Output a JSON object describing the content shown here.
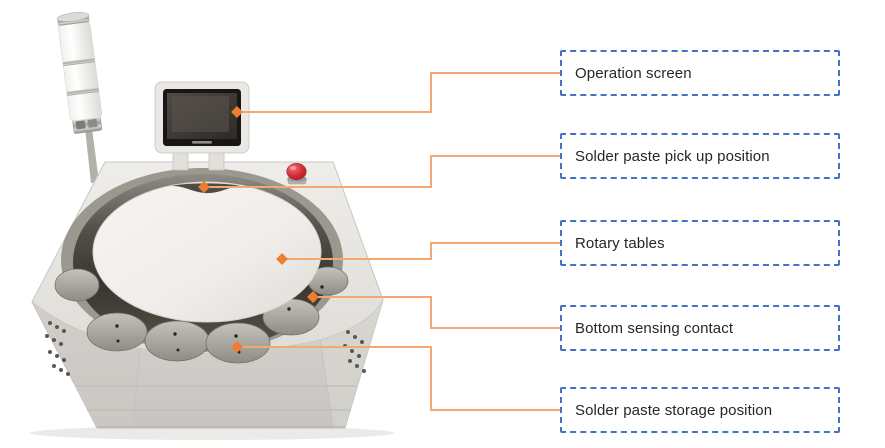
{
  "callouts": [
    {
      "label": "Operation screen"
    },
    {
      "label": "Solder paste pick up position"
    },
    {
      "label": "Rotary tables"
    },
    {
      "label": "Bottom sensing contact"
    },
    {
      "label": "Solder paste storage position"
    }
  ],
  "style": {
    "callout_border_color": "#4472C4",
    "callout_text_color": "#262626",
    "connector_line_color": "#F4A673",
    "target_marker_color": "#ED7D31",
    "background_color": "#FFFFFF"
  },
  "machine": {
    "parts": [
      "signal-tower-light",
      "operation-screen",
      "emergency-stop-button",
      "rotary-table-disc",
      "solder-paste-storage-cups",
      "vent-holes"
    ]
  }
}
